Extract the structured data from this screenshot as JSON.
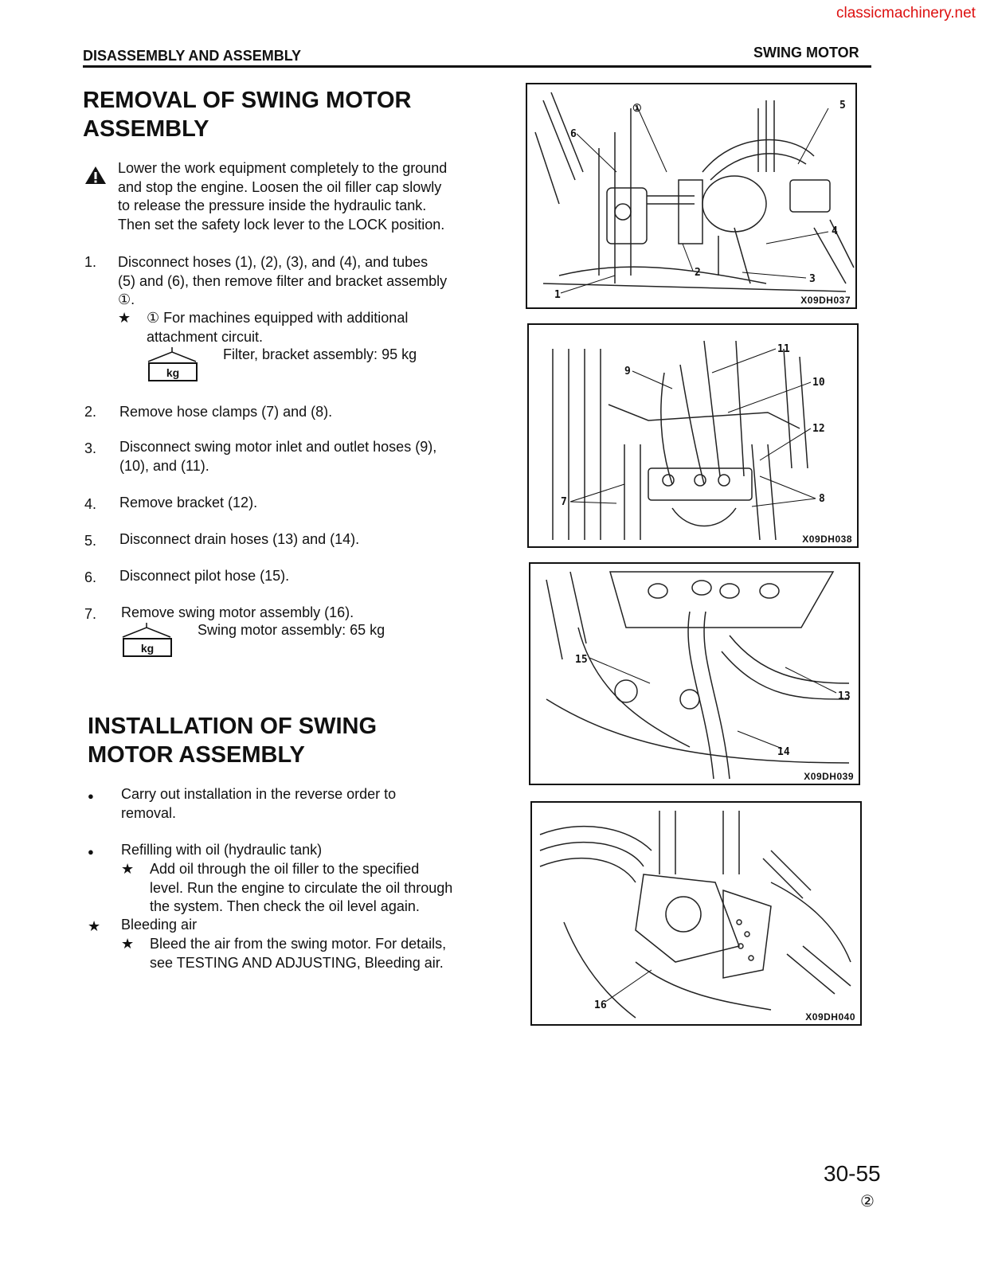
{
  "watermark": "classicmachinery.net",
  "header": {
    "left": "DISASSEMBLY AND ASSEMBLY",
    "right": "SWING MOTOR"
  },
  "removal": {
    "title_line1": "REMOVAL OF SWING MOTOR",
    "title_line2": "ASSEMBLY",
    "warning_lines": [
      "Lower the work equipment completely to the ground",
      "and stop the engine. Loosen the oil filler cap slowly",
      "to release the pressure inside the hydraulic tank.",
      "Then set the safety lock lever to the LOCK position."
    ],
    "steps": [
      {
        "num": "1.",
        "lines": [
          "Disconnect hoses (1), (2), (3), and (4), and tubes",
          "(5) and (6), then remove filter and bracket assembly",
          "①."
        ]
      },
      {
        "num": "2.",
        "lines": [
          "Remove hose clamps (7) and (8)."
        ]
      },
      {
        "num": "3.",
        "lines": [
          "Disconnect swing motor inlet and outlet hoses (9),",
          "(10), and (11)."
        ]
      },
      {
        "num": "4.",
        "lines": [
          "Remove bracket (12)."
        ]
      },
      {
        "num": "5.",
        "lines": [
          "Disconnect drain hoses (13) and (14)."
        ]
      },
      {
        "num": "6.",
        "lines": [
          "Disconnect pilot hose (15)."
        ]
      },
      {
        "num": "7.",
        "lines": [
          "Remove swing motor assembly (16)."
        ]
      }
    ],
    "step1_note": {
      "star": "★",
      "lines": [
        "①  For machines equipped with additional",
        "attachment circuit."
      ]
    },
    "step1_weight": "Filter, bracket assembly: 95 kg",
    "step7_weight": "Swing motor assembly: 65 kg",
    "kg_label": "kg"
  },
  "installation": {
    "title_line1": "INSTALLATION OF SWING",
    "title_line2": "MOTOR ASSEMBLY",
    "items": [
      {
        "bullet": "●",
        "lines": [
          "Carry out installation in the reverse order to",
          "removal."
        ]
      },
      {
        "bullet": "●",
        "lines": [
          "Refilling with oil (hydraulic tank)"
        ]
      },
      {
        "bullet": "★",
        "lines": [
          "Bleeding air"
        ]
      }
    ],
    "sub_refill": {
      "star": "★",
      "lines": [
        "Add oil through the oil filler to the specified",
        "level. Run the engine to circulate the oil through",
        "the system. Then check the oil level again."
      ]
    },
    "sub_bleed": {
      "star": "★",
      "lines": [
        "Bleed the air from the swing motor. For details,",
        "see TESTING AND ADJUSTING, Bleeding air."
      ]
    }
  },
  "figures": [
    {
      "code": "X09DH037",
      "callouts": [
        "①",
        "5",
        "6",
        "4",
        "2",
        "3",
        "1"
      ]
    },
    {
      "code": "X09DH038",
      "callouts": [
        "11",
        "9",
        "10",
        "12",
        "7",
        "8"
      ]
    },
    {
      "code": "X09DH039",
      "callouts": [
        "15",
        "13",
        "14"
      ]
    },
    {
      "code": "X09DH040",
      "callouts": [
        "16"
      ]
    }
  ],
  "footer": {
    "page": "30-55",
    "revision": "②"
  }
}
